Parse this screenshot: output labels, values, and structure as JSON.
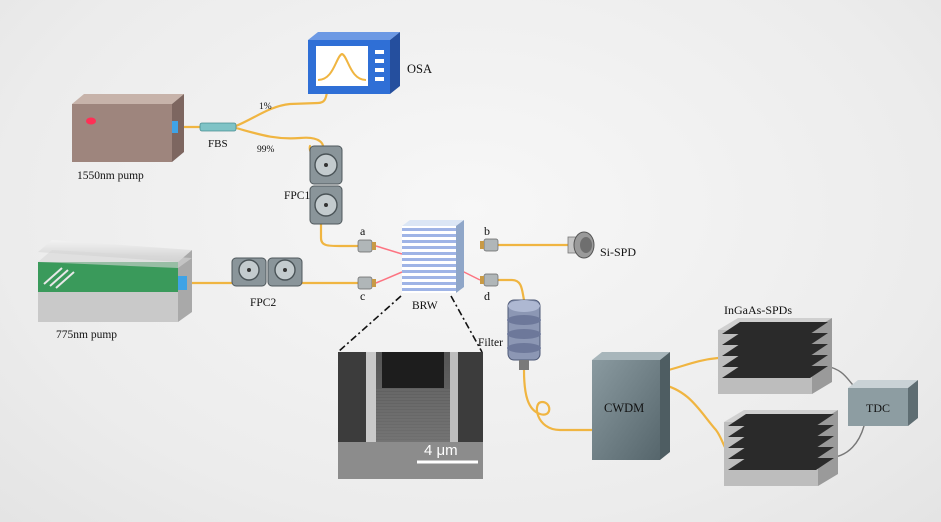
{
  "labels": {
    "osa": "OSA",
    "pct1": "1%",
    "pct99": "99%",
    "fbs": "FBS",
    "pump1550": "1550nm pump",
    "fpc1": "FPC1",
    "fpc2": "FPC2",
    "pump775": "775nm pump",
    "port_a": "a",
    "port_b": "b",
    "port_c": "c",
    "port_d": "d",
    "brw": "BRW",
    "sispd": "Si-SPD",
    "filter": "Filter",
    "ingaas": "InGaAs-SPDs",
    "cwdm": "CWDM",
    "tdc": "TDC",
    "scalebar": "4 μm"
  },
  "colors": {
    "fiber": "#f0b541",
    "pump1550_body": "#9e857d",
    "pump775_stripe": "#3a9a5b",
    "osa_screen": "#2f6fd6",
    "connector_blue": "#3fa3e6",
    "laser_red": "#ff5566"
  }
}
